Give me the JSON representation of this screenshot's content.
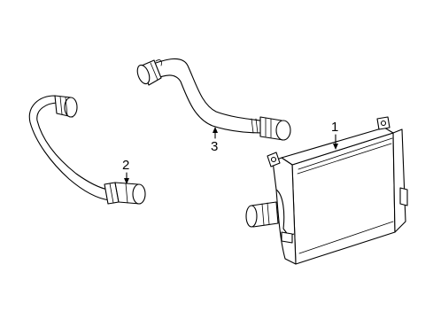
{
  "callouts": {
    "intercooler": "1",
    "lower_hose": "2",
    "upper_hose": "3"
  },
  "colors": {
    "line": "#000000",
    "background": "#ffffff"
  }
}
